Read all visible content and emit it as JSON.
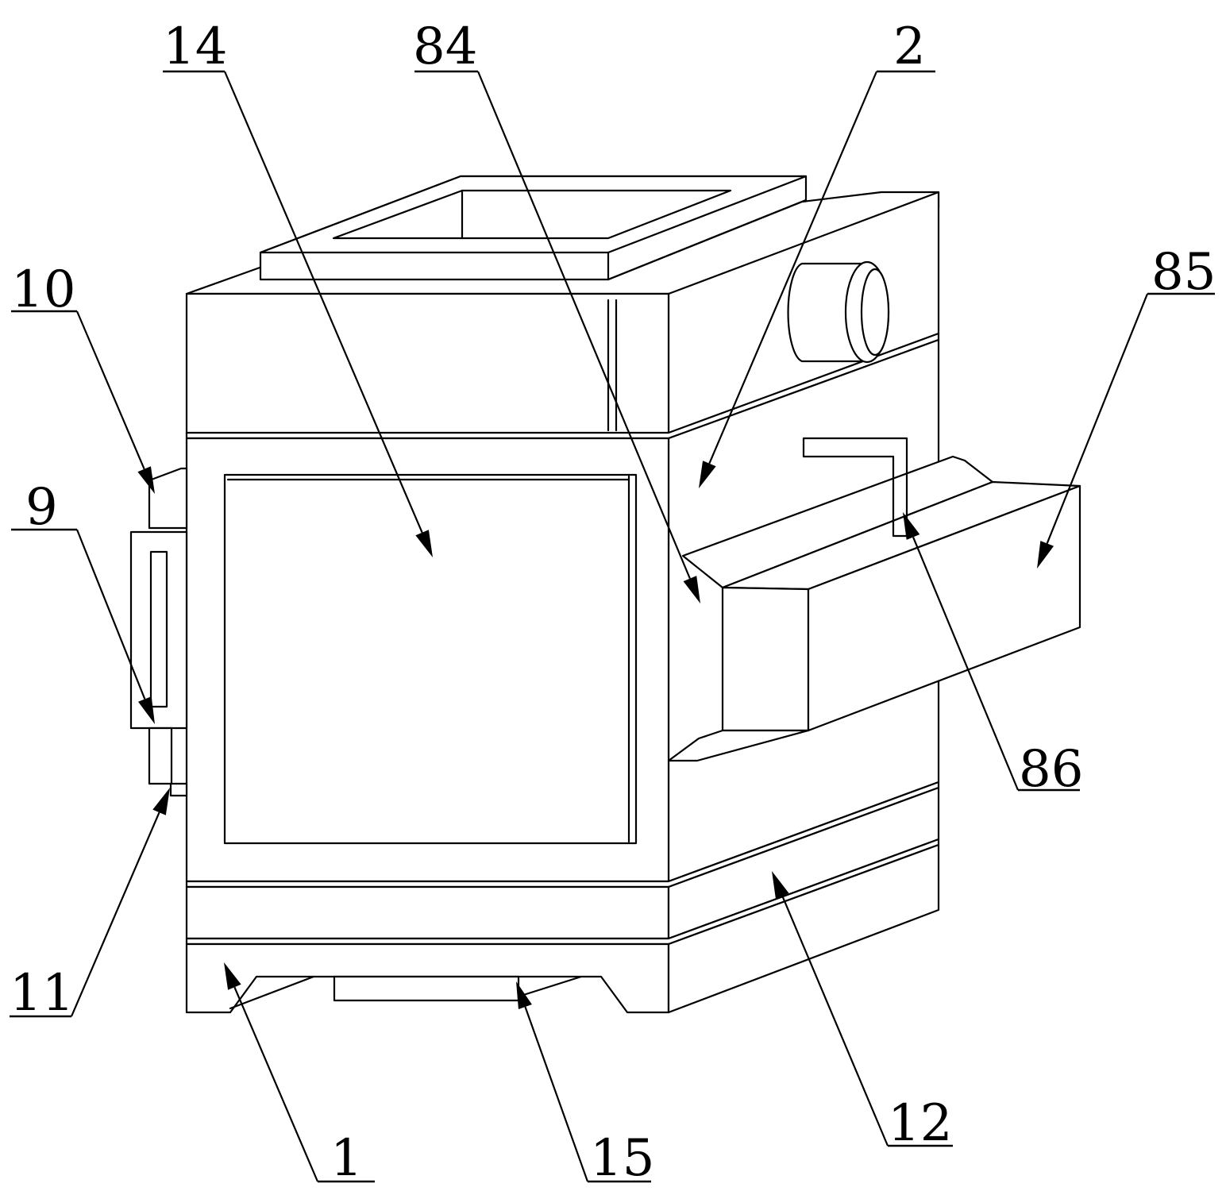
{
  "labels": {
    "l14": "14",
    "l84": "84",
    "l2": "2",
    "l85": "85",
    "l10": "10",
    "l9": "9",
    "l86": "86",
    "l11": "11",
    "l12": "12",
    "l1": "1",
    "l15": "15"
  }
}
